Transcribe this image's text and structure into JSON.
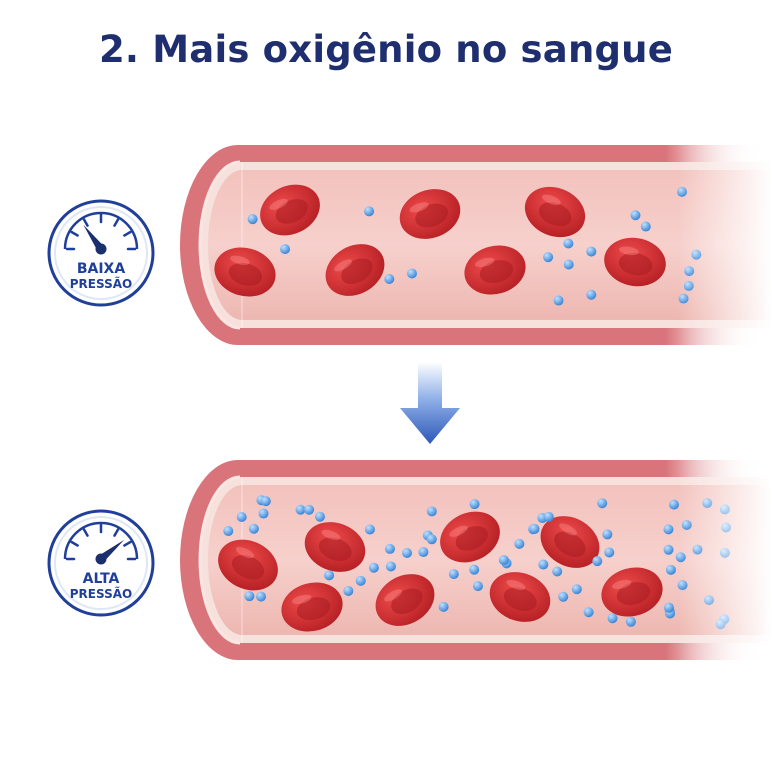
{
  "title": "2. Mais oxigênio no sangue",
  "colors": {
    "title": "#1f2e6e",
    "gauge": "#1f3f9a",
    "vessel_wall": "#d9747a",
    "vessel_inner": "#f6d0cc",
    "red_cell": "#d42a2e",
    "oxygen": "#3b86d6",
    "arrow": "#2e57b8"
  },
  "panels": [
    {
      "id": "low",
      "gauge": {
        "line1": "BAIXA",
        "line2": "PRESSÃO",
        "level": 0.3
      },
      "oxygen_count": 18
    },
    {
      "id": "high",
      "gauge": {
        "line1": "ALTA",
        "line2": "PRESSÃO",
        "level": 0.78
      },
      "oxygen_count": 64
    }
  ]
}
